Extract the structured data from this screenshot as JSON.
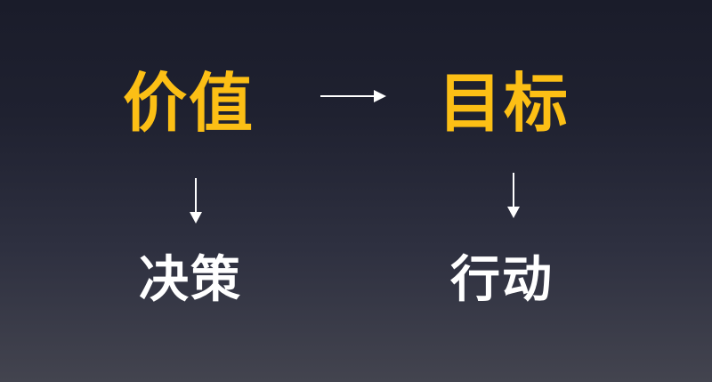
{
  "diagram": {
    "nodes": [
      {
        "id": "value",
        "label": "价值",
        "color": "#fcbf15"
      },
      {
        "id": "goal",
        "label": "目标",
        "color": "#fcbf15"
      },
      {
        "id": "decision",
        "label": "决策",
        "color": "#ffffff"
      },
      {
        "id": "action",
        "label": "行动",
        "color": "#ffffff"
      }
    ],
    "edges": [
      {
        "from": "value",
        "to": "goal",
        "direction": "right"
      },
      {
        "from": "value",
        "to": "decision",
        "direction": "down"
      },
      {
        "from": "goal",
        "to": "action",
        "direction": "down"
      }
    ]
  },
  "colors": {
    "primary": "#fcbf15",
    "secondary": "#ffffff",
    "background_top": "#1a1c2a",
    "background_bottom": "#43444f"
  }
}
